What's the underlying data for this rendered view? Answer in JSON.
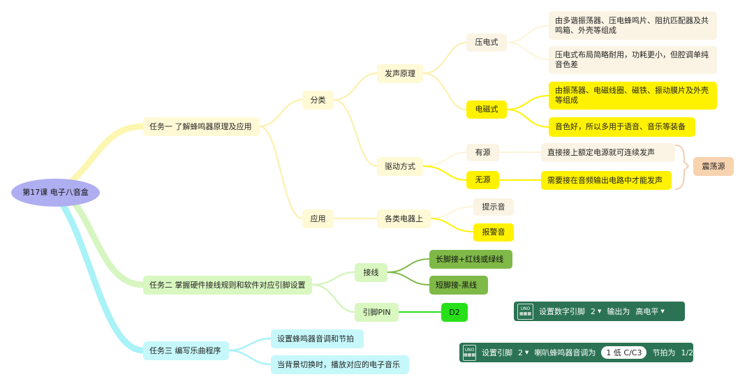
{
  "root": "第17课 电子八音盒",
  "task1": {
    "label": "任务一 了解蜂鸣器原理及应用",
    "classify": {
      "label": "分类",
      "sound": {
        "label": "发声原理",
        "piezo": {
          "label": "压电式",
          "desc1": "由多谐振荡器、压电蜂鸣片、阻抗匹配器及共鸣箱、外壳等组成",
          "desc2": "压电式布局简略耐用，功耗更小，但腔调单纯音色差"
        },
        "magnetic": {
          "label": "电磁式",
          "desc1": "由振荡器、电磁线圈、磁铁、振动膜片及外壳等组成",
          "desc2": "音色好，所以多用于语音、音乐等装备"
        }
      },
      "drive": {
        "label": "驱动方式",
        "active": {
          "label": "有源",
          "desc": "直接接上额定电源就可连续发声"
        },
        "passive": {
          "label": "无源",
          "desc": "需要接在音频输出电路中才能发声"
        },
        "summary": "震荡源"
      }
    },
    "apply": {
      "label": "应用",
      "appliances": {
        "label": "各类电器上",
        "items": [
          "提示音",
          "报警音"
        ]
      }
    }
  },
  "task2": {
    "label": "任务二 掌握硬件接线规则和软件对应引脚设置",
    "wiring": {
      "label": "接线",
      "long": "长脚接+红线或绿线",
      "short": "短脚接-黑线"
    },
    "pin": {
      "label": "引脚PIN",
      "value": "D2"
    }
  },
  "task3": {
    "label": "任务三 编写乐曲程序",
    "items": [
      "设置蜂鸣器音调和节拍",
      "当背景切换时，播放对应的电子音乐"
    ]
  },
  "blocks": {
    "uno_line1": "UNO",
    "uno_line2": "▦▦▦",
    "block1": {
      "prefix": "设置数字引脚",
      "pin": "2",
      "mid": "输出为",
      "level": "高电平"
    },
    "block2": {
      "prefix": "设置引脚",
      "pin": "2",
      "mid": "喇叭蜂鸣器音调为",
      "note": "1 低 C/C3",
      "beat_label": "节拍为",
      "beat": "1/2"
    }
  },
  "colors": {
    "root": "#aeaef0",
    "branch1": "#fff9d6",
    "highlight": "#fff200",
    "branch2": "#d9f7c0",
    "branch3": "#c6f8fb",
    "summary": "#f8d3b0",
    "block": "#2b7354"
  }
}
